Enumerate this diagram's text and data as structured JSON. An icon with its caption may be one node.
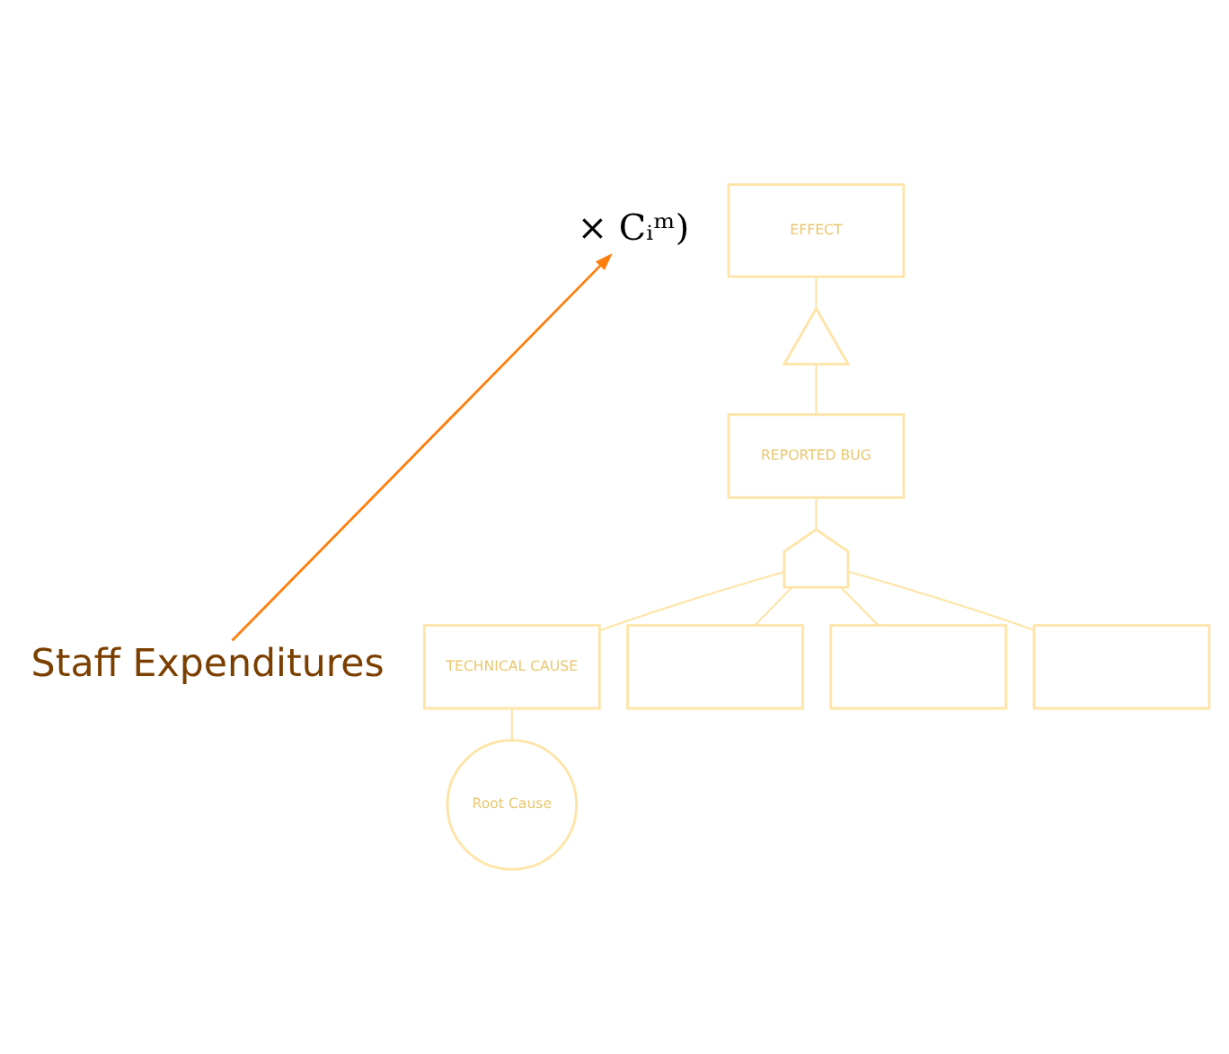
{
  "diagram": {
    "nodes": [
      {
        "text": [
          "× Cᵢᵐ)"
        ]
      },
      {
        "text": [
          "EFFECT"
        ]
      },
      {
        "text": [],
        "shape": "gate"
      },
      {
        "text": [
          "REPORTED BUG"
        ]
      },
      {
        "text": [],
        "shape": "gate"
      },
      {
        "text": [
          "TECHNICAL CAUSE"
        ]
      },
      {
        "text": [],
        "shape": "box"
      },
      {
        "text": [],
        "shape": "box"
      },
      {
        "text": [],
        "shape": "box"
      },
      {
        "text": [
          "Root Cause"
        ]
      },
      {
        "text": [
          "Staff Expenditures"
        ]
      }
    ],
    "edges": [
      {
        "from": 1,
        "to": 2,
        "arrow": "none"
      },
      {
        "from": 2,
        "to": 3,
        "arrow": "none"
      },
      {
        "from": 3,
        "to": 4,
        "arrow": "none"
      },
      {
        "from": 4,
        "to": 5,
        "arrow": "none"
      },
      {
        "from": 4,
        "to": 6,
        "arrow": "none"
      },
      {
        "from": 4,
        "to": 7,
        "arrow": "none"
      },
      {
        "from": 4,
        "to": 8,
        "arrow": "none"
      },
      {
        "from": 5,
        "to": 9,
        "arrow": "none"
      },
      {
        "from": 10,
        "to": 0,
        "arrow": "to",
        "color": "#ff7f0e"
      }
    ]
  }
}
